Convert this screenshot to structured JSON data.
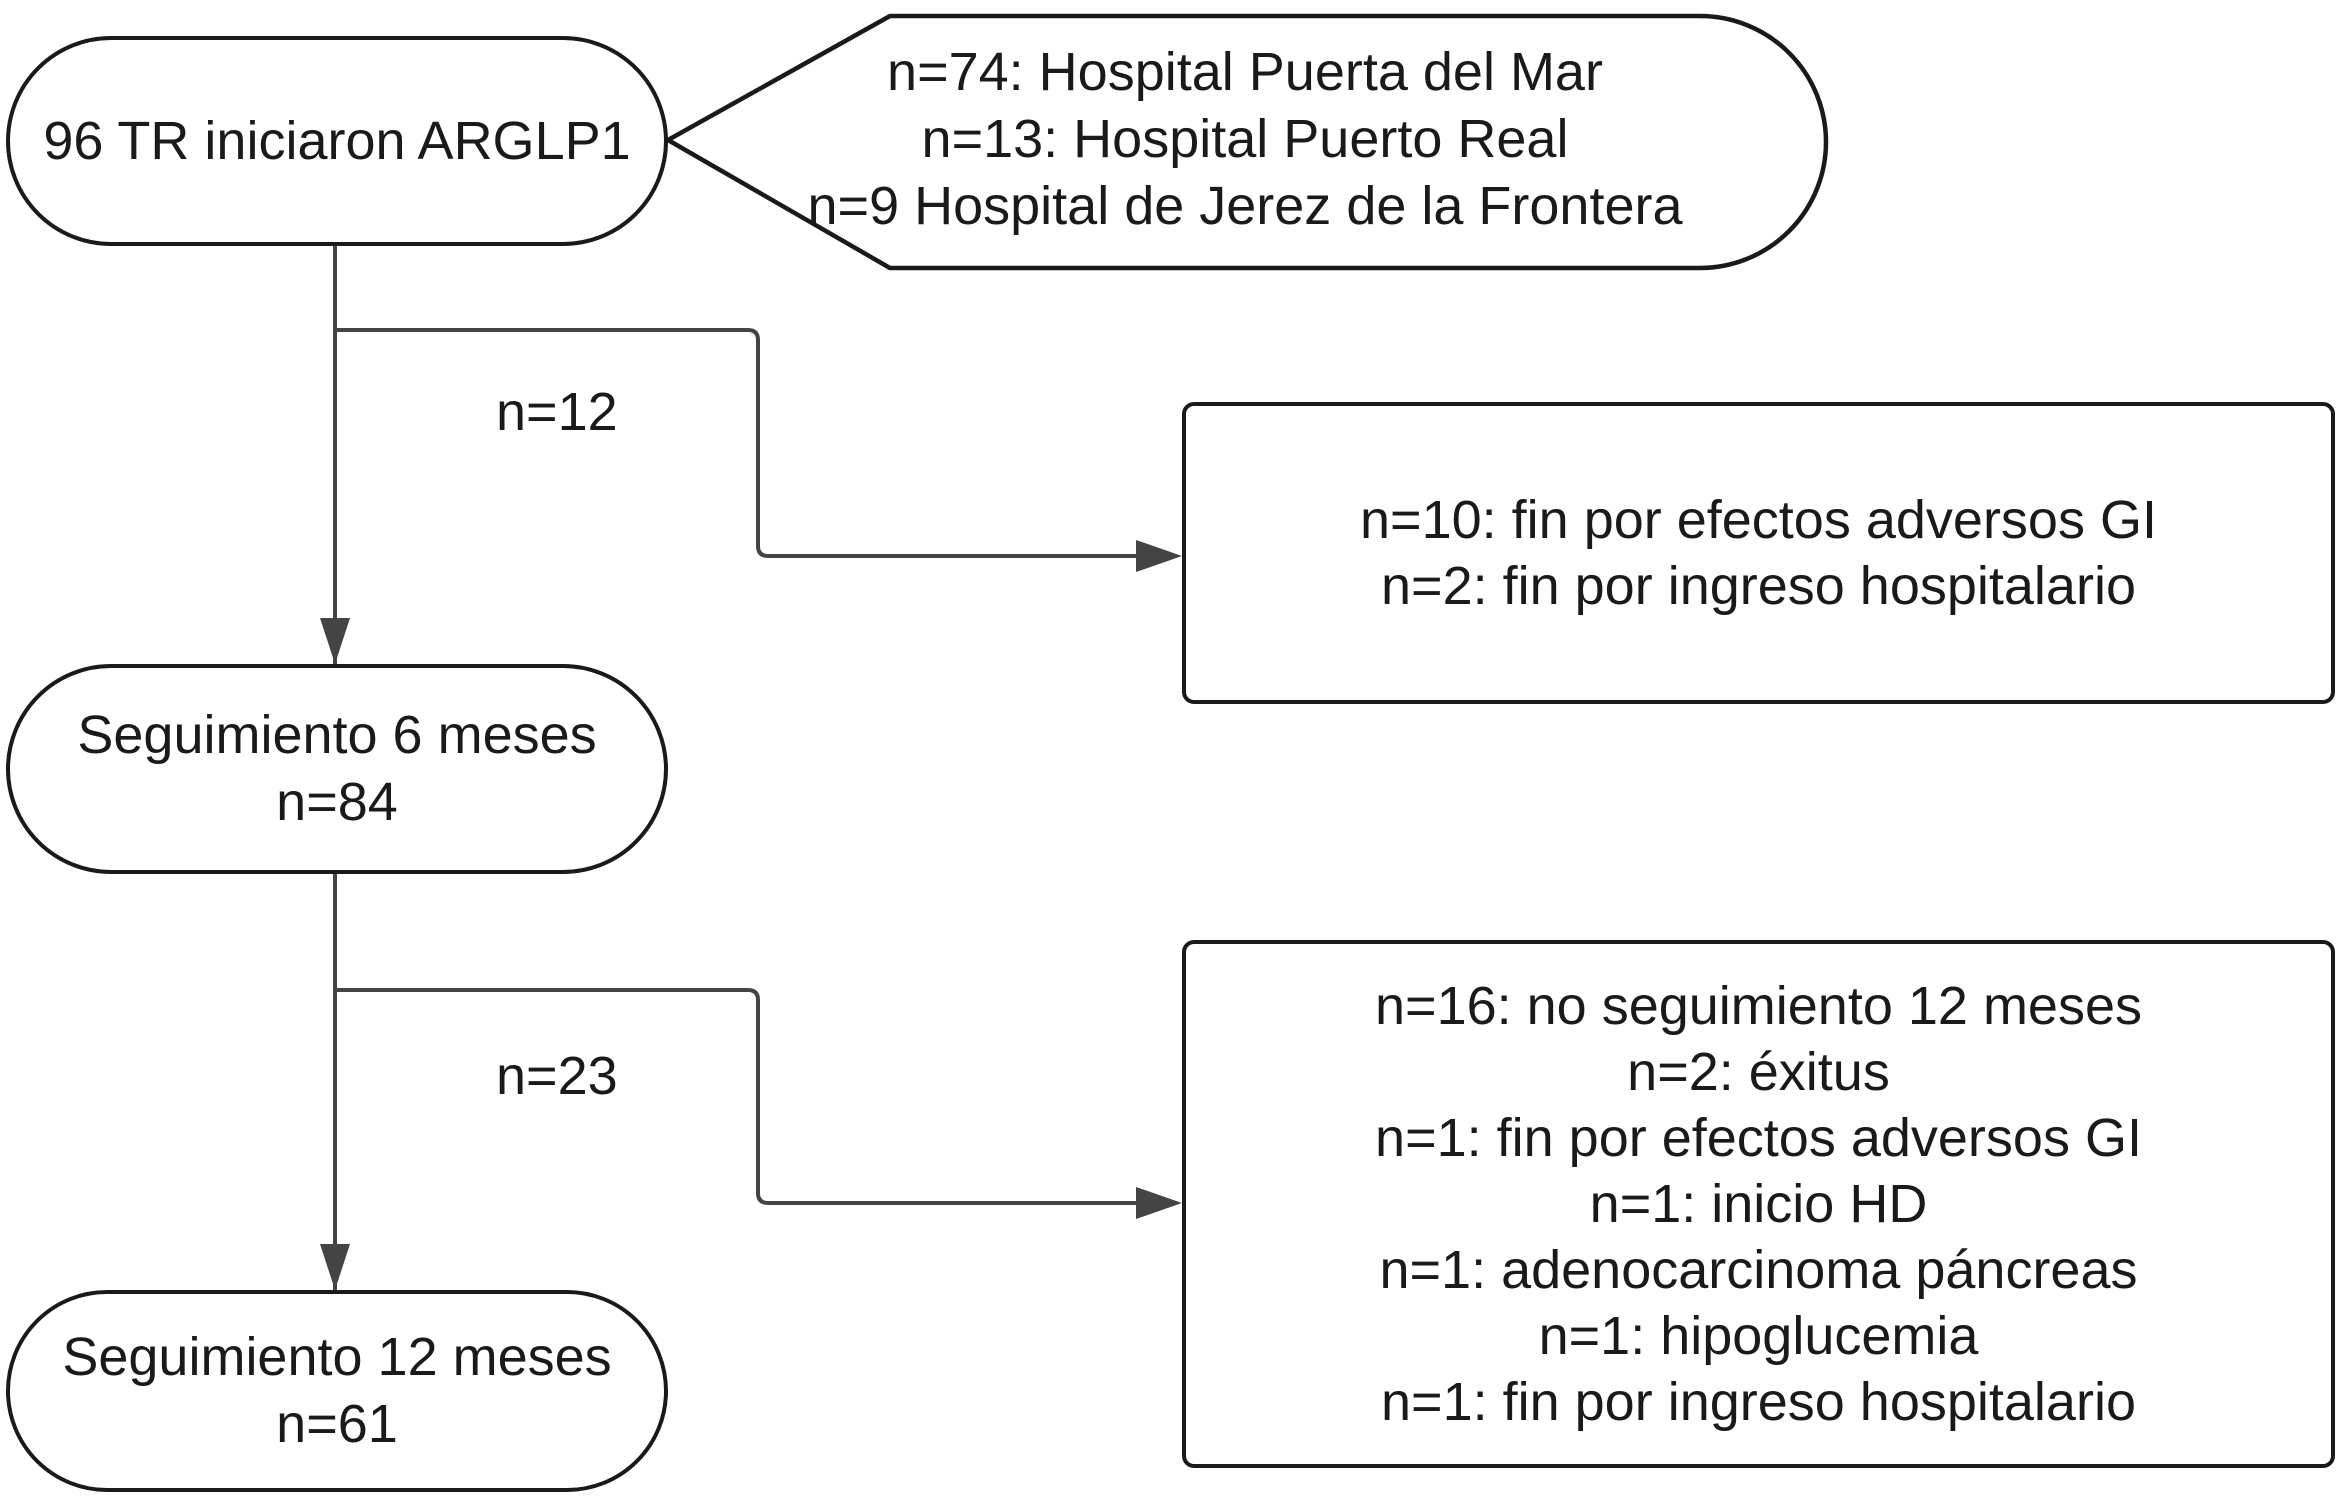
{
  "start_node": {
    "text": "96 TR iniciaron ARGLP1"
  },
  "hospitals_callout": {
    "lines": [
      "n=74: Hospital Puerta del Mar",
      "n=13: Hospital Puerto Real",
      "n=9 Hospital de Jerez de la Frontera"
    ]
  },
  "exclusion_1": {
    "count_label": "n=12",
    "lines": [
      "n=10: fin por efectos adversos GI",
      "n=2: fin por ingreso hospitalario"
    ]
  },
  "followup_6m": {
    "title": "Seguimiento 6 meses",
    "n": "n=84"
  },
  "exclusion_2": {
    "count_label": "n=23",
    "lines": [
      "n=16: no seguimiento 12 meses",
      "n=2: éxitus",
      "n=1: fin por efectos adversos GI",
      "n=1: inicio HD",
      "n=1: adenocarcinoma páncreas",
      "n=1: hipoglucemia",
      "n=1: fin por ingreso hospitalario"
    ]
  },
  "followup_12m": {
    "title": "Seguimiento 12 meses",
    "n": "n=61"
  }
}
